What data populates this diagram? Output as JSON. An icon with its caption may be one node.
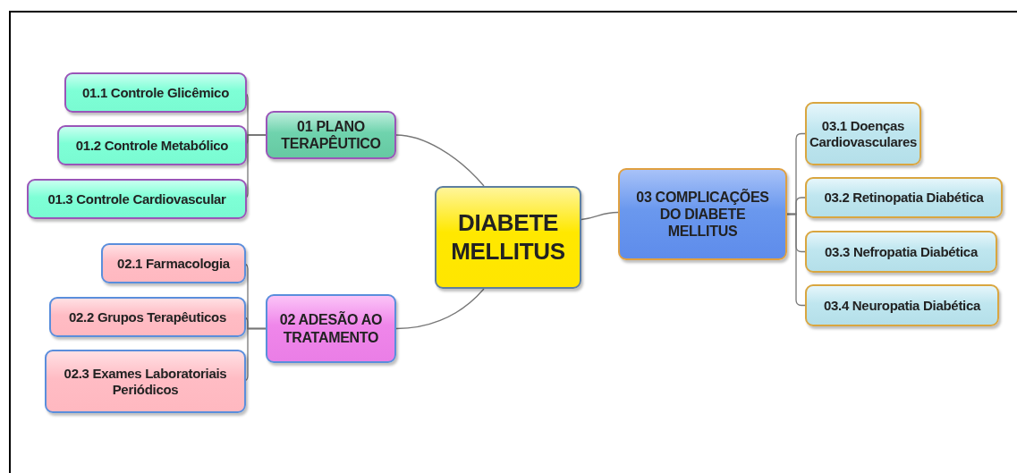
{
  "diagram": {
    "nodes": [
      {
        "text": [
          "DIABETE MELLITUS"
        ]
      },
      {
        "text": [
          "01 PLANO TERAPÊUTICO"
        ]
      },
      {
        "text": [
          "01.1 Controle Glicêmico"
        ]
      },
      {
        "text": [
          "01.2 Controle Metabólico"
        ]
      },
      {
        "text": [
          "01.3 Controle Cardiovascular"
        ]
      },
      {
        "text": [
          "02 ADESÃO AO TRATAMENTO"
        ]
      },
      {
        "text": [
          "02.1 Farmacologia"
        ]
      },
      {
        "text": [
          "02.2 Grupos Terapêuticos"
        ]
      },
      {
        "text": [
          "02.3 Exames Laboratoriais Periódicos"
        ]
      },
      {
        "text": [
          "03 COMPLICAÇÕES DO DIABETE MELLITUS"
        ]
      },
      {
        "text": [
          "03.1 Doenças Cardiovasculares"
        ]
      },
      {
        "text": [
          "03.2 Retinopatia Diabética"
        ]
      },
      {
        "text": [
          "03.3 Nefropatia Diabética"
        ]
      },
      {
        "text": [
          "03.4 Neuropatia Diabética"
        ]
      }
    ],
    "edges": [
      {
        "from": 0,
        "to": 1,
        "arrow": "none"
      },
      {
        "from": 0,
        "to": 5,
        "arrow": "none"
      },
      {
        "from": 0,
        "to": 9,
        "arrow": "none"
      },
      {
        "from": 1,
        "to": 2,
        "arrow": "none"
      },
      {
        "from": 1,
        "to": 3,
        "arrow": "none"
      },
      {
        "from": 1,
        "to": 4,
        "arrow": "none"
      },
      {
        "from": 5,
        "to": 6,
        "arrow": "none"
      },
      {
        "from": 5,
        "to": 7,
        "arrow": "none"
      },
      {
        "from": 5,
        "to": 8,
        "arrow": "none"
      },
      {
        "from": 9,
        "to": 10,
        "arrow": "none"
      },
      {
        "from": 9,
        "to": 11,
        "arrow": "none"
      },
      {
        "from": 9,
        "to": 12,
        "arrow": "none"
      },
      {
        "from": 9,
        "to": 13,
        "arrow": "none"
      }
    ]
  }
}
